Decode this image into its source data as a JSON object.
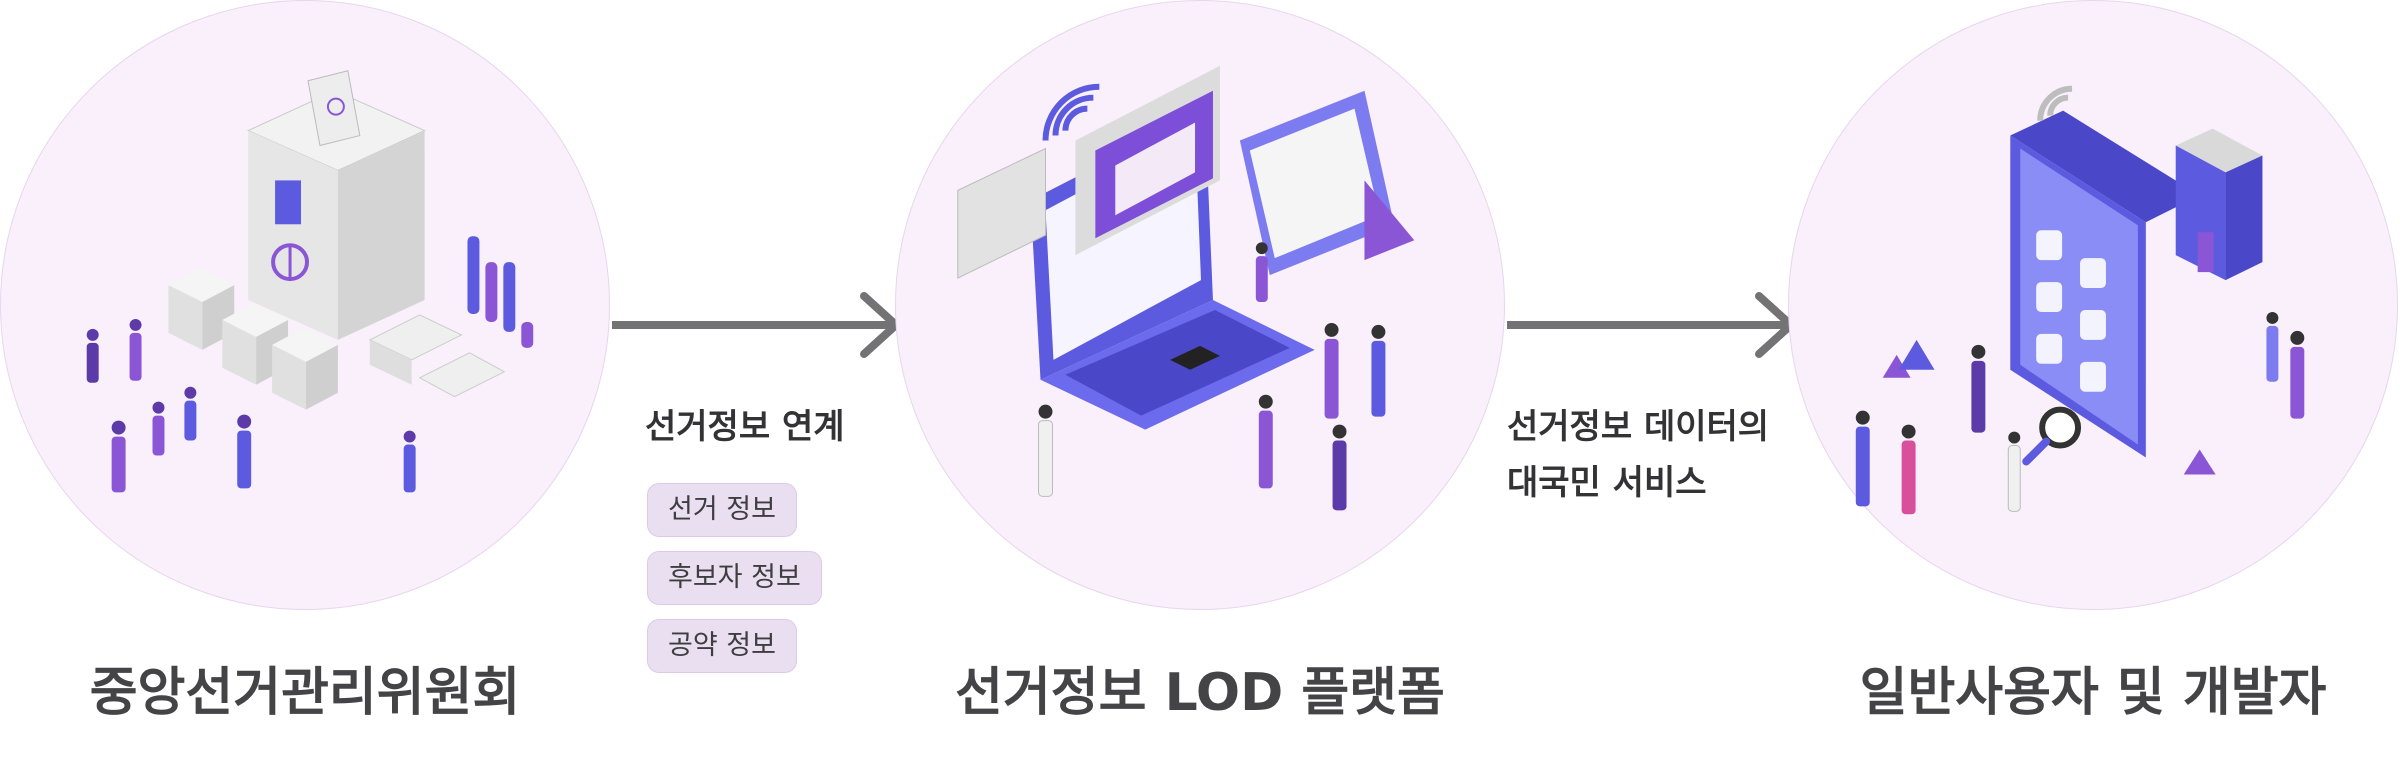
{
  "nodes": [
    {
      "id": "nec",
      "label": "중앙선거관리위원회"
    },
    {
      "id": "lod",
      "label": "선거정보 LOD 플랫폼"
    },
    {
      "id": "users",
      "label": "일반사용자 및 개발자"
    }
  ],
  "edges": [
    {
      "from": "nec",
      "to": "lod",
      "label": "선거정보 연계",
      "items": [
        "선거 정보",
        "후보자 정보",
        "공약 정보"
      ]
    },
    {
      "from": "lod",
      "to": "users",
      "label_line1": "선거정보 데이터의",
      "label_line2": "대국민 서비스"
    }
  ],
  "colors": {
    "circle_fill": "#f9f0fb",
    "circle_border": "#e8d5ee",
    "arrow": "#737275",
    "accent_purple": "#7d4fd8",
    "accent_blue": "#5f5ae6",
    "tag_fill": "#eadff0"
  },
  "icons": [
    "ballot-box-illustration",
    "laptop-platform-illustration",
    "smartphone-service-illustration"
  ]
}
